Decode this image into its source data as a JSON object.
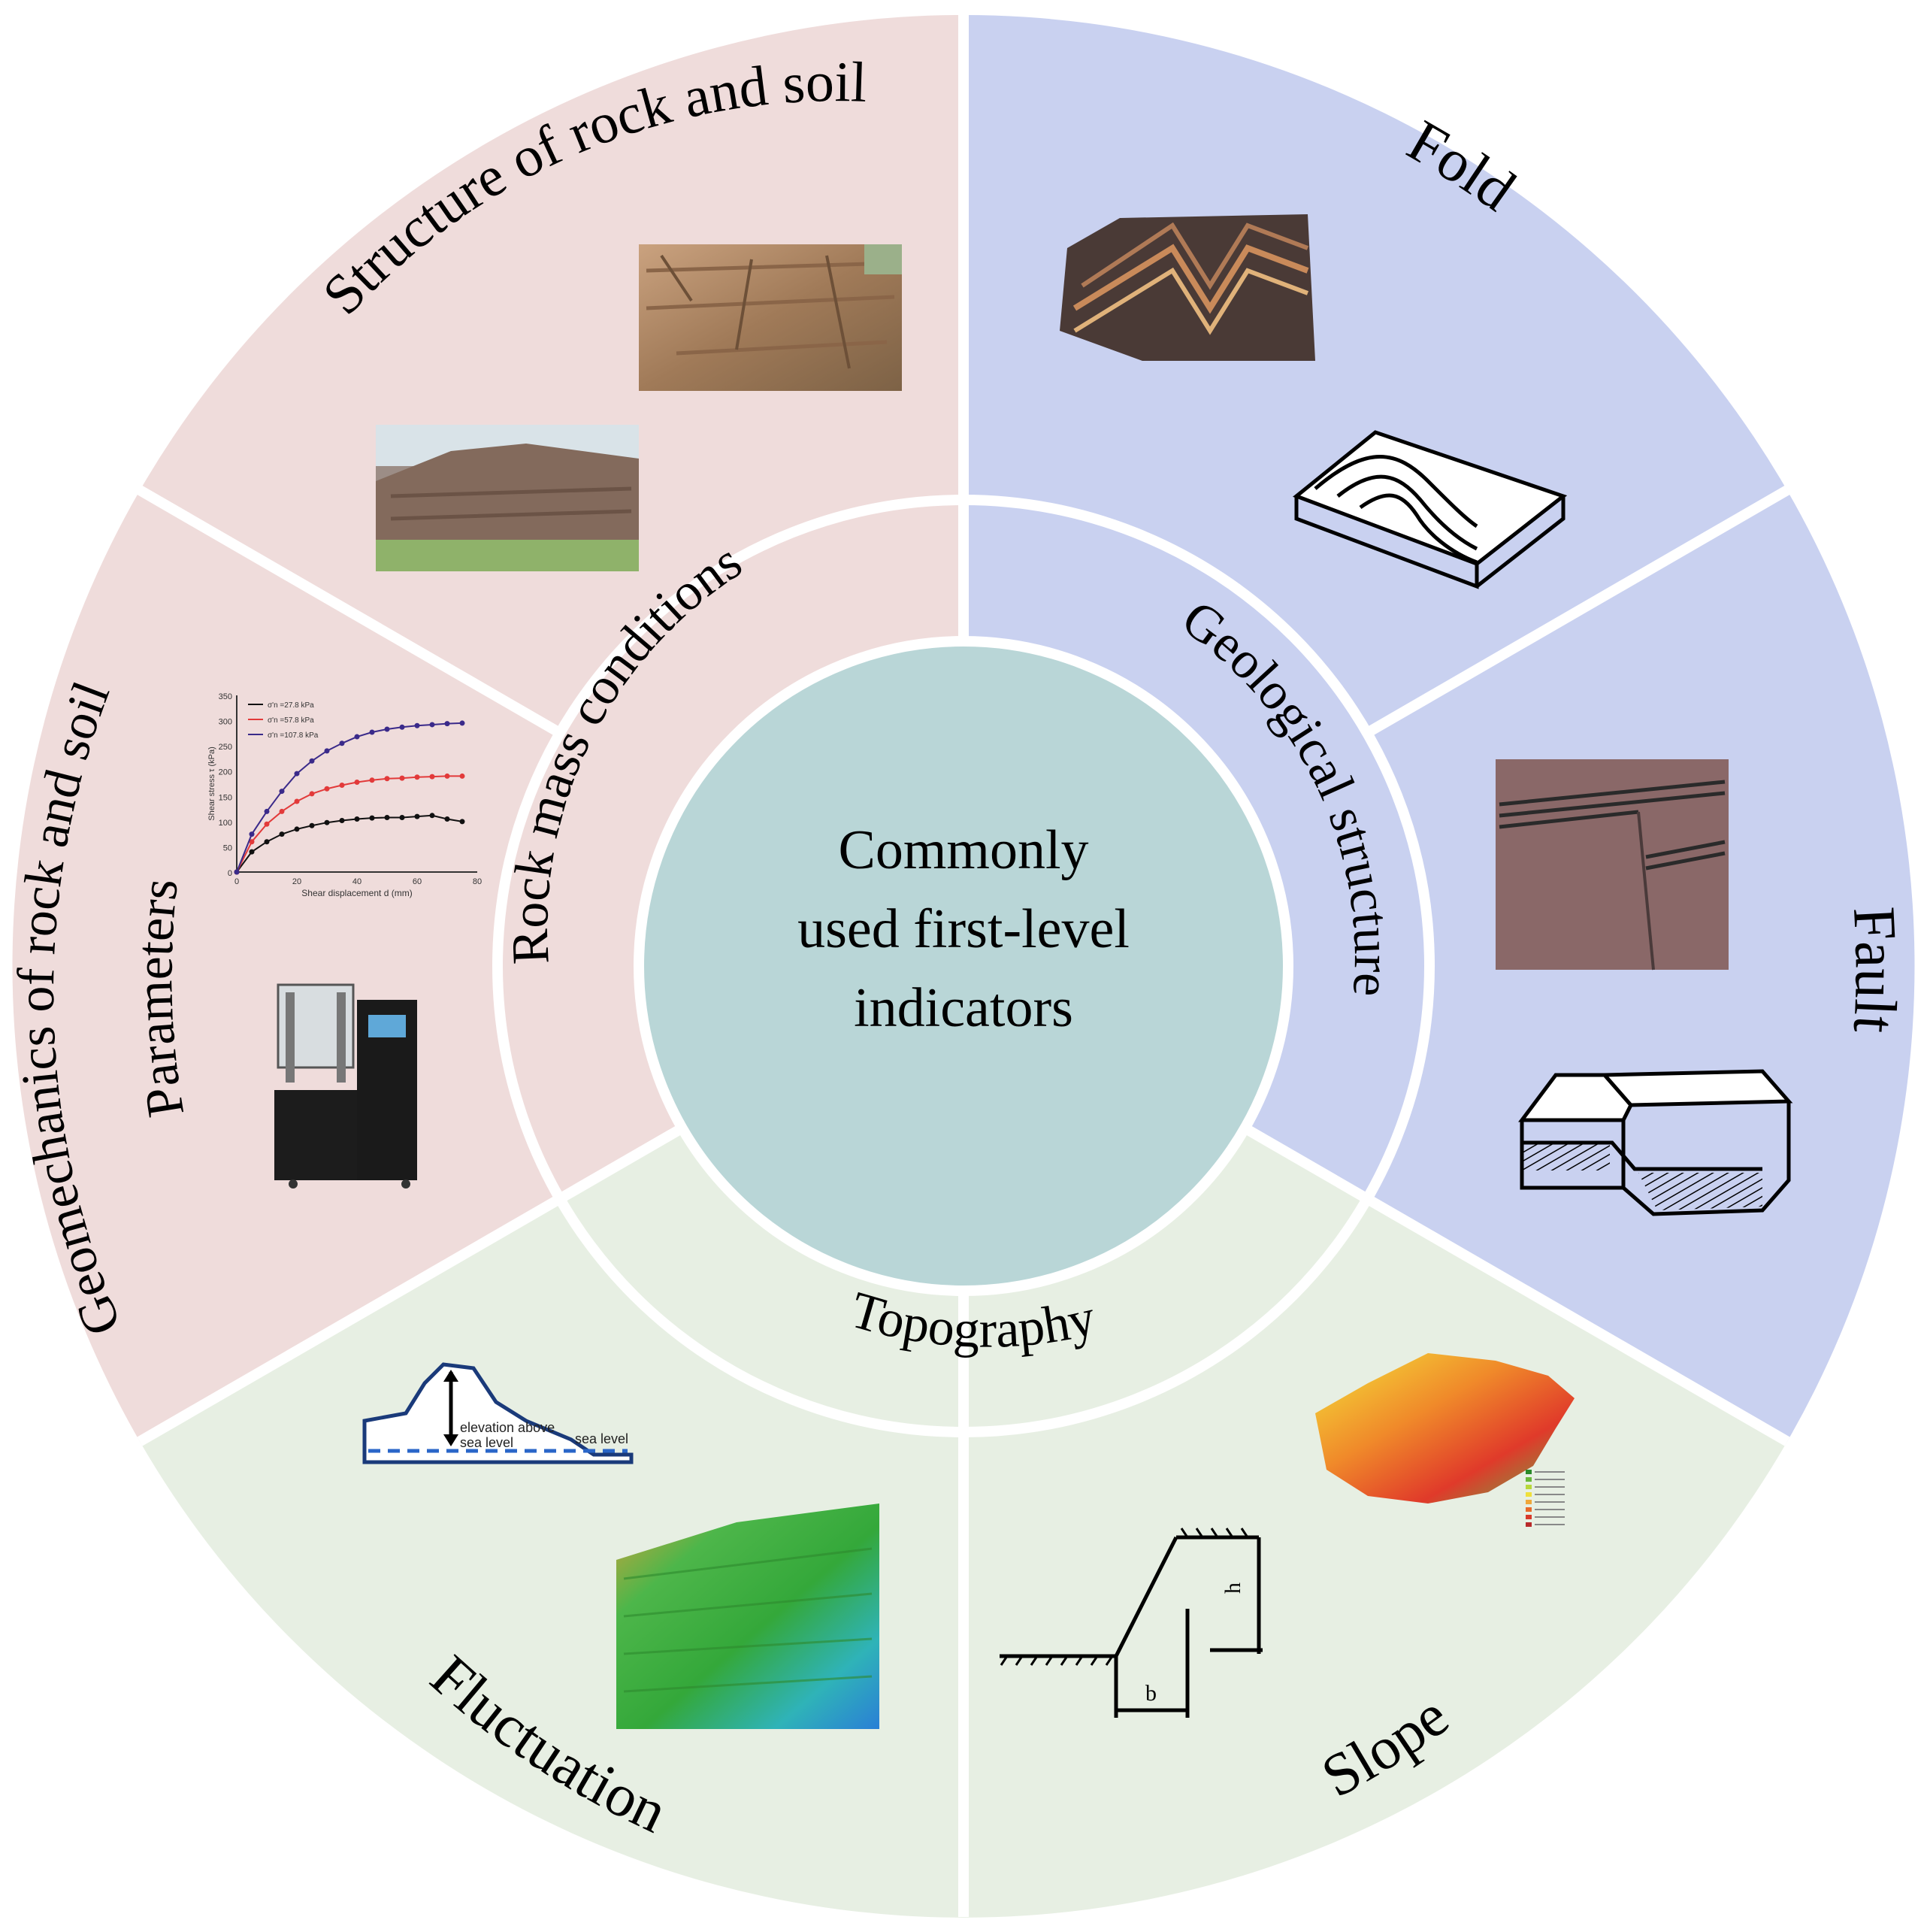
{
  "center": {
    "line1": "Commonly",
    "line2": "used first-level",
    "line3": "indicators"
  },
  "categories": {
    "rock_mass": "Rock mass conditions",
    "geological": "Geological structure",
    "topography": "Topography"
  },
  "subcategories": {
    "structure": "Structure of rock and soil",
    "geomechanics_line1": "Geomechanics of rock and soil",
    "geomechanics_line2": "Parameters",
    "fold": "Fold",
    "fault": "Fault",
    "slope": "Slope",
    "fluctuation": "Fluctuation"
  },
  "colors": {
    "rock_mass": "#efdcdb",
    "geological": "#c9d1f0",
    "topography": "#e7efe3",
    "center": "#b9d6d7"
  },
  "shear_chart": {
    "ylabel": "Shear stress τ (kPa)",
    "xlabel": "Shear displacement d (mm)",
    "yticks": [
      "0",
      "50",
      "100",
      "150",
      "200",
      "250",
      "300",
      "350"
    ],
    "xticks": [
      "0",
      "20",
      "40",
      "60",
      "80"
    ],
    "legend": [
      "σ'n =27.8 kPa",
      "σ'n =57.8 kPa",
      "σ'n =107.8 kPa"
    ]
  },
  "elevation_sketch": {
    "label1": "elevation above",
    "label2": "sea level",
    "label3": "sea level"
  },
  "slope_sketch": {
    "h": "h",
    "b": "b"
  },
  "icons": [
    "rock-outcrop-photo",
    "fold-photo",
    "fold-block-diagram",
    "fault-photo",
    "fault-block-diagram",
    "dem-terrain-map",
    "slope-map",
    "shear-test-machine"
  ]
}
